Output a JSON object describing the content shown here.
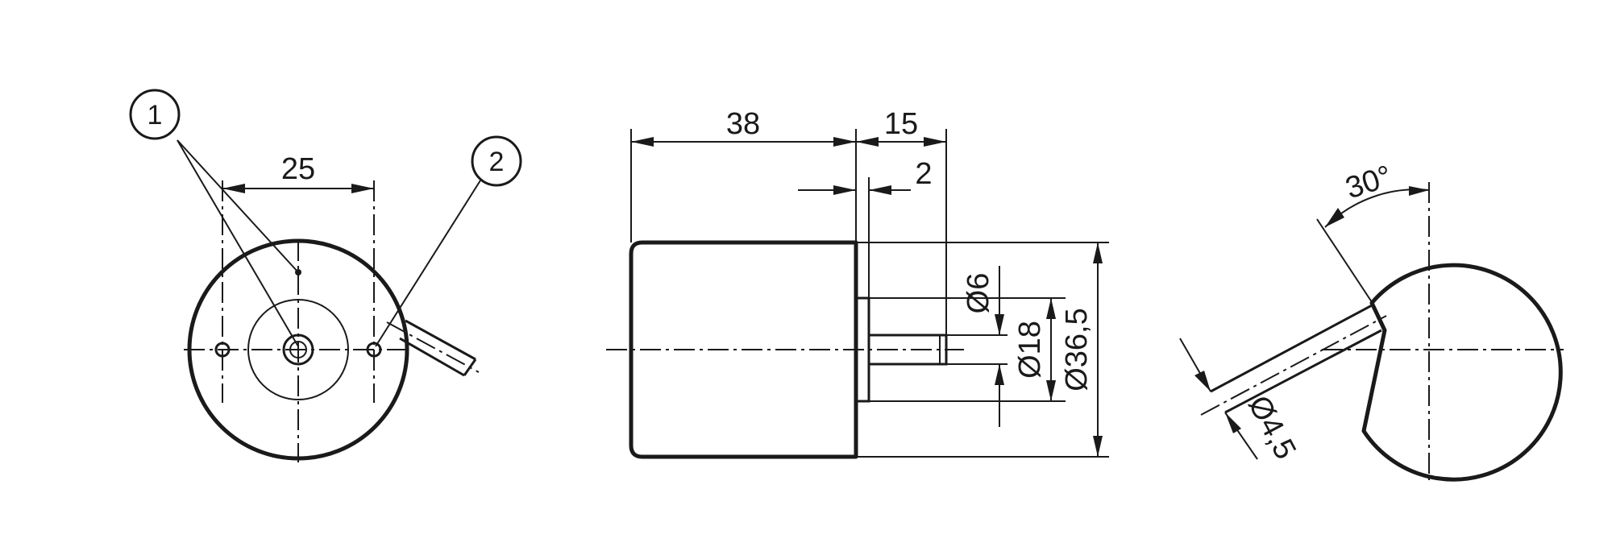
{
  "dimensions": {
    "front_spacing": "25",
    "body_length": "38",
    "shaft_length": "15",
    "flange_thickness": "2",
    "shaft_diameter": "Ø6",
    "flange_diameter": "Ø18",
    "body_diameter": "Ø36,5",
    "cable_angle": "30°",
    "cable_diameter": "Ø4,5"
  },
  "callouts": {
    "one": "1",
    "two": "2"
  },
  "colors": {
    "line": "#1a1a1a",
    "background": "#ffffff"
  }
}
